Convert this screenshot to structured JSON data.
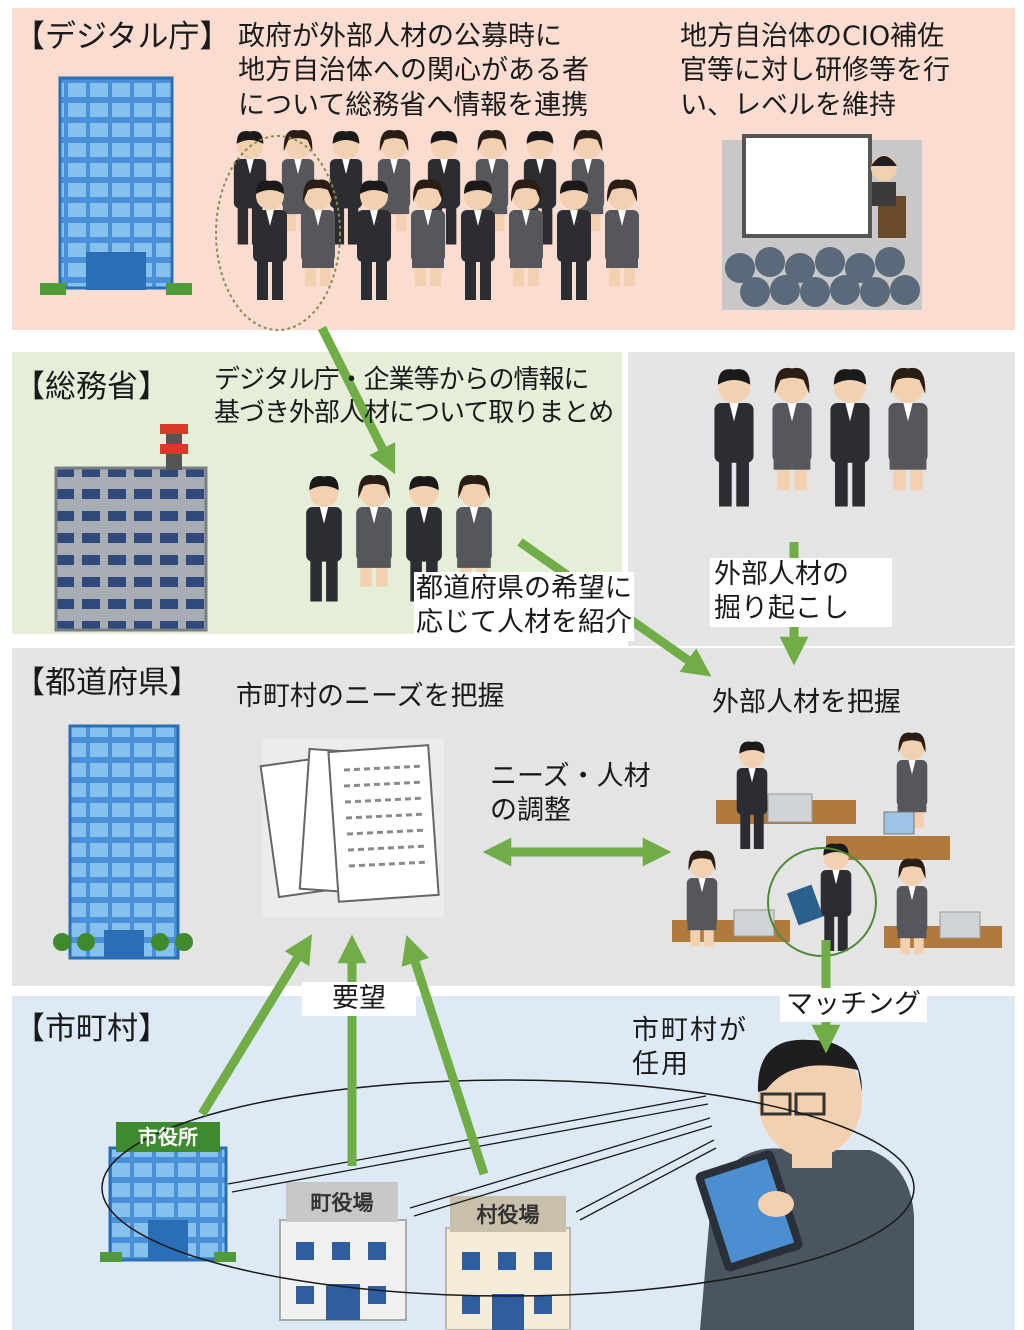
{
  "sections": {
    "digital": {
      "heading": "【デジタル庁】",
      "note_left": "政府が外部人材の公募時に\n地方自治体への関心がある者\nについて総務省へ情報を連携",
      "note_right": "地方自治体のCIO補佐\n官等に対し研修等を行\nい、レベルを維持"
    },
    "somu": {
      "heading": "【総務省】",
      "note": "デジタル庁・企業等からの情報に\n基づき外部人材について取りまとめ"
    },
    "pref": {
      "heading": "【都道府県】",
      "needs_label": "市町村のニーズを把握",
      "talent_label": "外部人材を把握",
      "adjust_label": "ニーズ・人材\nの調整",
      "introduce_label": "都道府県の希望に\n応じて人材を紹介",
      "dig_up_label": "外部人材の\n掘り起こし"
    },
    "muni": {
      "heading": "【市町村】",
      "request_label": "要望",
      "matching_label": "マッチング",
      "appoint_label": "市町村が\n任用",
      "buildings": [
        "市役所",
        "町役場",
        "村役場"
      ]
    }
  },
  "colors": {
    "digital_band": "#fadcd0",
    "somu_band": "#e4eed8",
    "gray_band": "#e4e4e4",
    "muni_band": "#ddeaf5",
    "arrow": "#70ad47"
  }
}
